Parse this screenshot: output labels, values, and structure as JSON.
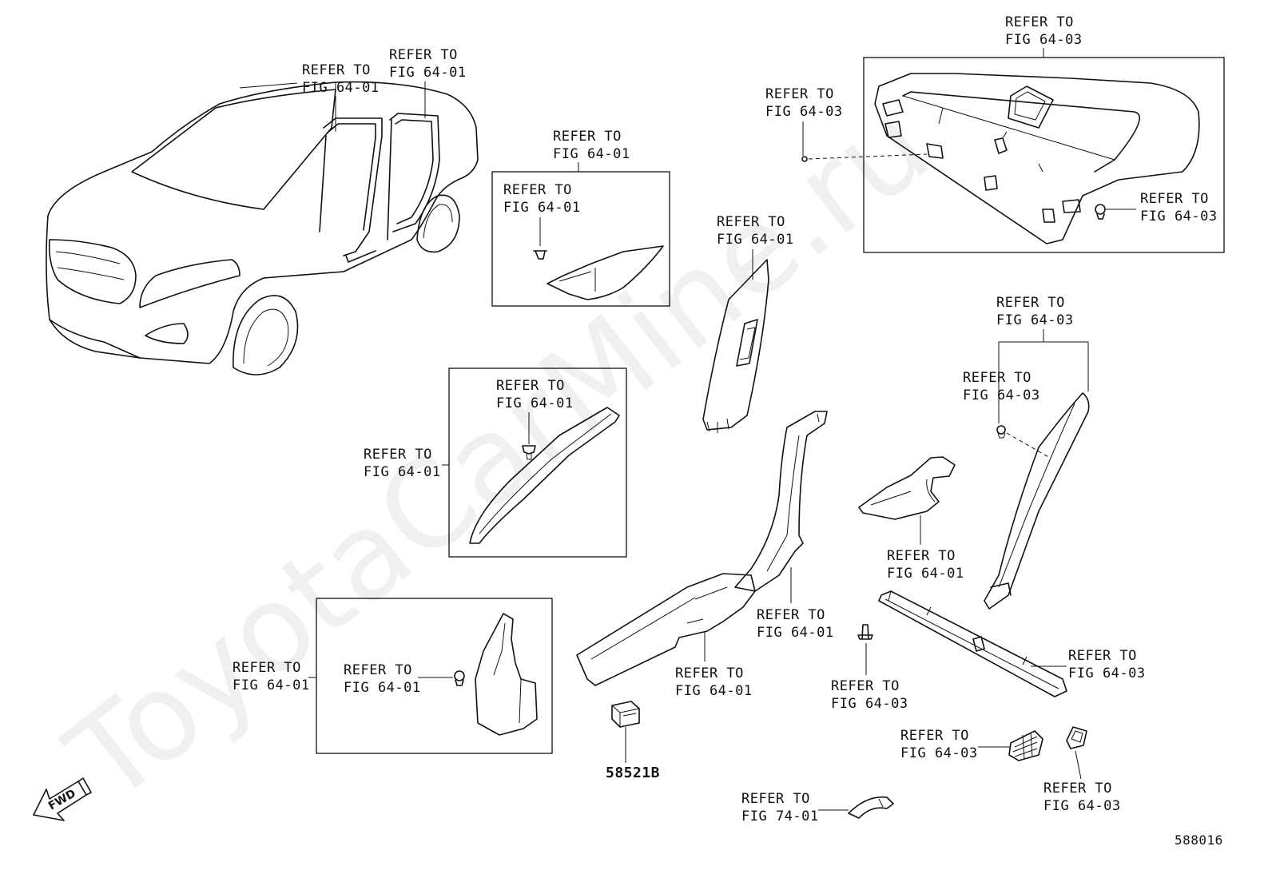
{
  "watermark": "ToyotaCarMine.ru",
  "refer_prefix": "REFER TO",
  "labels": [
    {
      "id": "car-a",
      "fig": "FIG 64-01"
    },
    {
      "id": "car-b",
      "fig": "FIG 64-01"
    },
    {
      "id": "box1-top",
      "fig": "FIG 64-01"
    },
    {
      "id": "box1-in",
      "fig": "FIG 64-01"
    },
    {
      "id": "bpillar-upper",
      "fig": "FIG 64-01"
    },
    {
      "id": "shelf-left",
      "fig": "FIG 64-03"
    },
    {
      "id": "shelf-top",
      "fig": "FIG 64-03"
    },
    {
      "id": "shelf-right",
      "fig": "FIG 64-03"
    },
    {
      "id": "cpillar-top",
      "fig": "FIG 64-03"
    },
    {
      "id": "cpillar-clip",
      "fig": "FIG 64-03"
    },
    {
      "id": "box2-in",
      "fig": "FIG 64-01"
    },
    {
      "id": "box2-left",
      "fig": "FIG 64-01"
    },
    {
      "id": "quarter-upper",
      "fig": "FIG 64-01"
    },
    {
      "id": "bpillar-lower",
      "fig": "FIG 64-01"
    },
    {
      "id": "rear-scuff",
      "fig": "FIG 64-03"
    },
    {
      "id": "rear-clip",
      "fig": "FIG 64-03"
    },
    {
      "id": "box3-left",
      "fig": "FIG 64-01"
    },
    {
      "id": "box3-in",
      "fig": "FIG 64-01"
    },
    {
      "id": "front-scuff",
      "fig": "FIG 64-01"
    },
    {
      "id": "vent-a",
      "fig": "FIG 64-03"
    },
    {
      "id": "vent-b",
      "fig": "FIG 64-03"
    },
    {
      "id": "grip",
      "fig": "FIG 74-01"
    }
  ],
  "part_number": "58521B",
  "fwd_label": "FWD",
  "figure_code": "588016"
}
